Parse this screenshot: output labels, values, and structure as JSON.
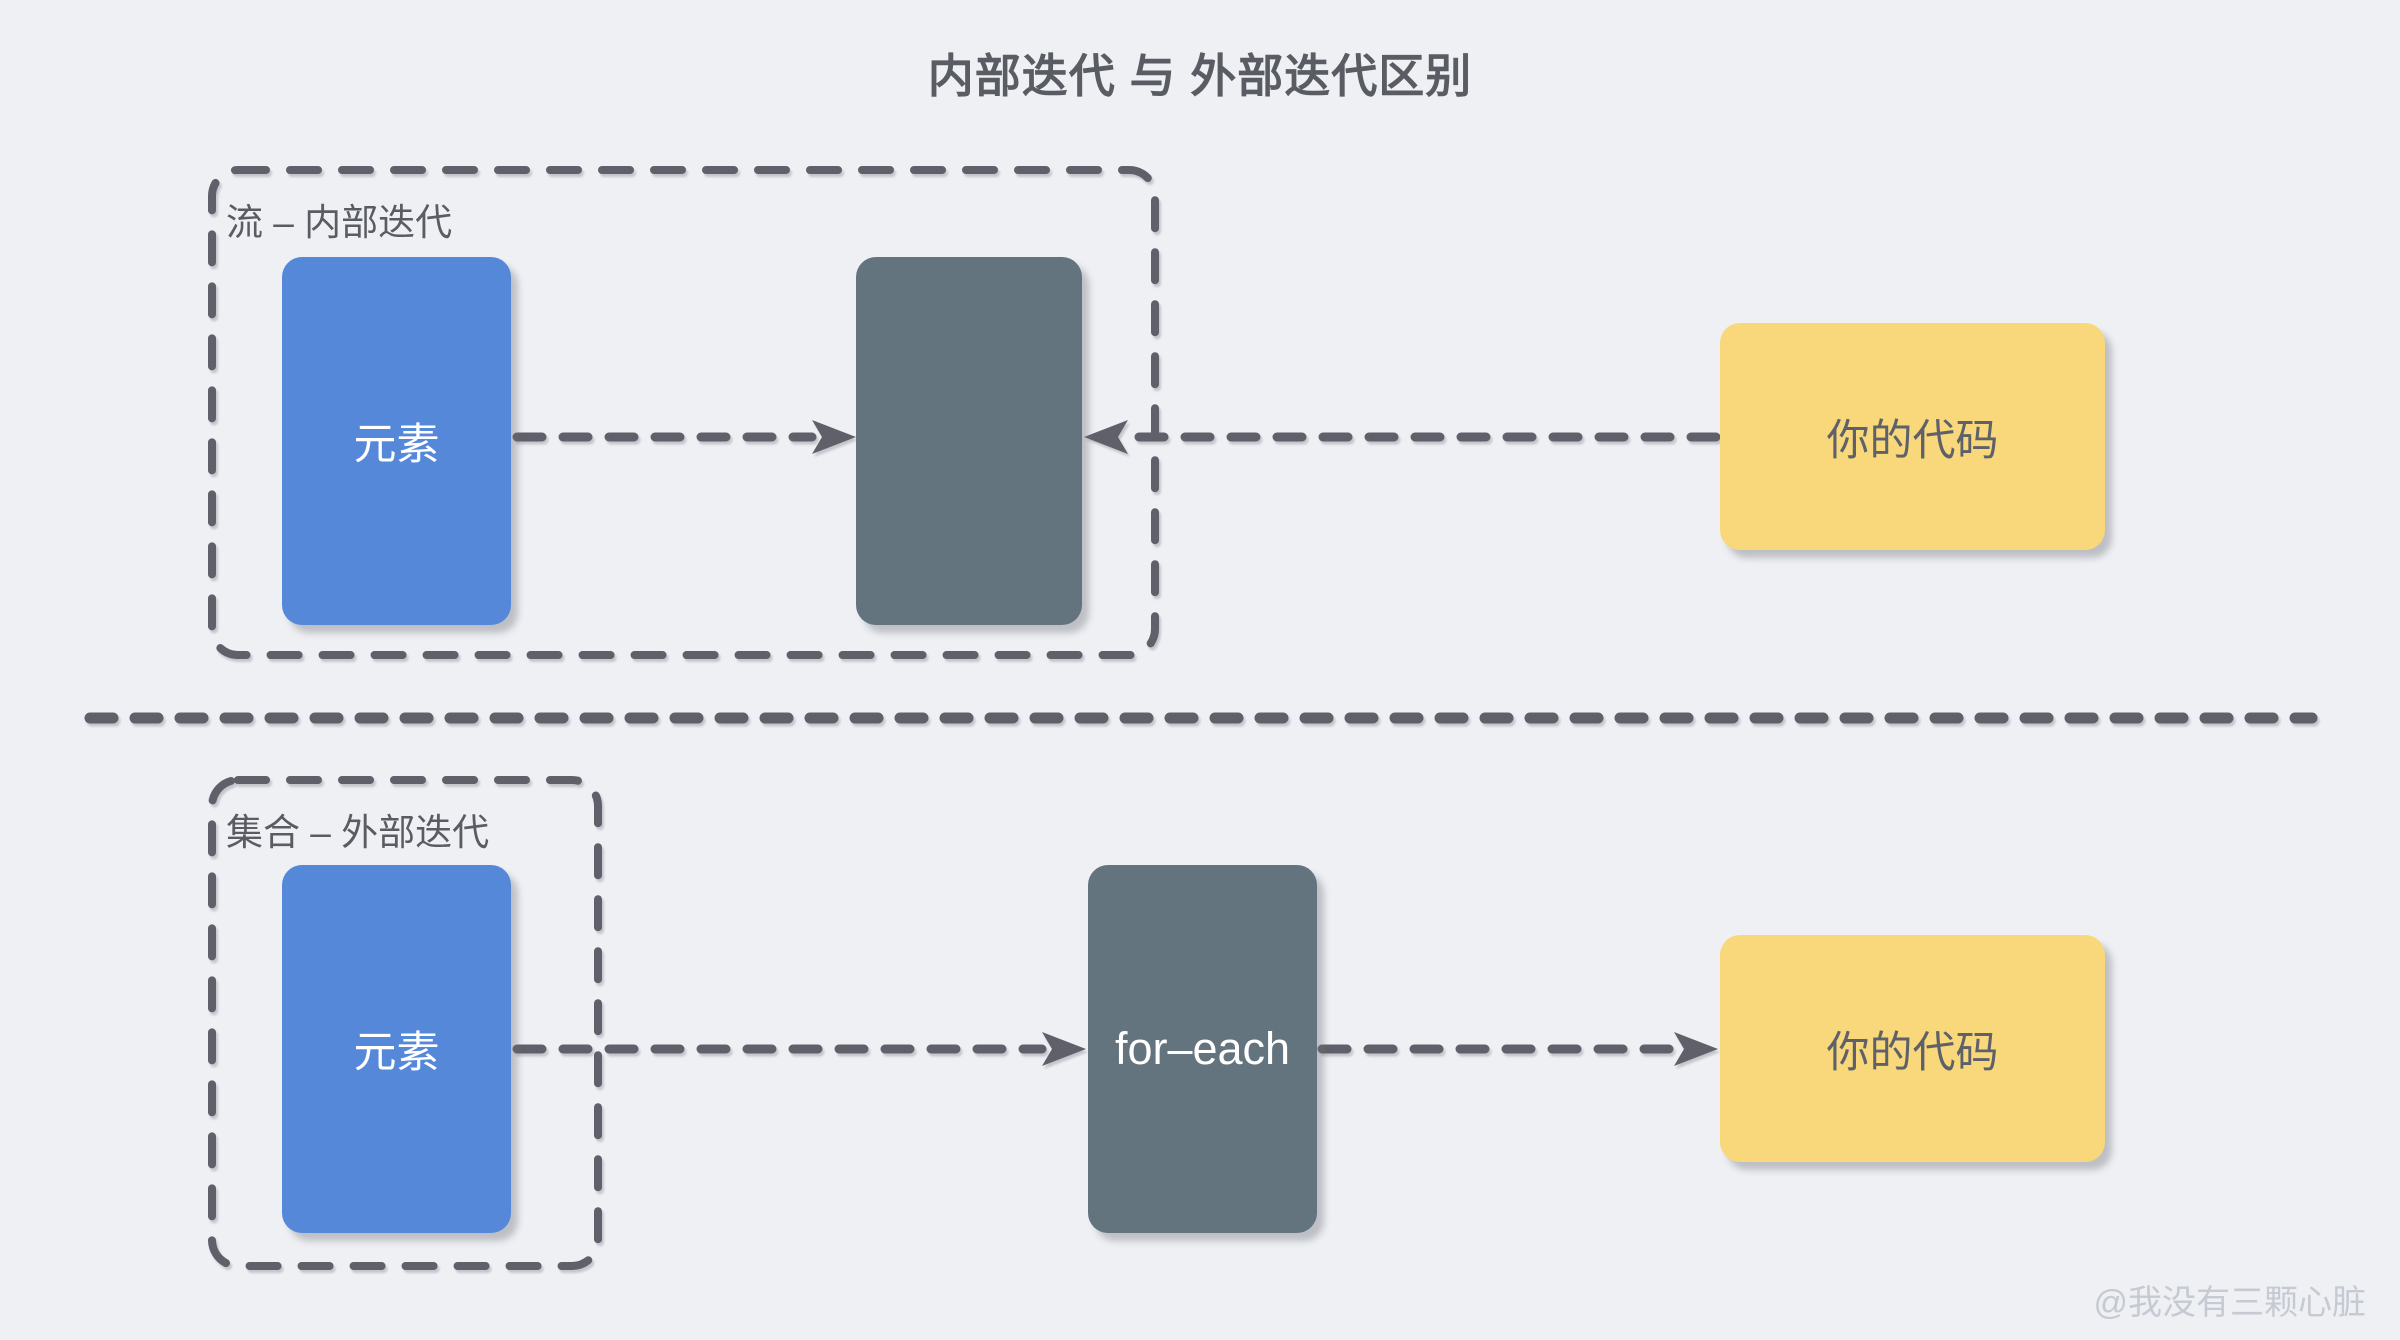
{
  "page": {
    "title": "内部迭代 与 外部迭代区别",
    "watermark": "@我没有三颗心脏"
  },
  "colors": {
    "background": "#eef0f4",
    "blue": "#5588d8",
    "slate": "#64747e",
    "yellow": "#f8d87a",
    "stroke": "#5f6069",
    "text_dark": "#5a5c64",
    "box_text_dark": "#5e6169",
    "watermark": "#c6cad2"
  },
  "sections": {
    "top": {
      "label": "流 – 内部迭代",
      "element_box": "元素",
      "stream_box": "",
      "code_box": "你的代码"
    },
    "bottom": {
      "label": "集合 – 外部迭代",
      "element_box": "元素",
      "iterator_box": "for–each",
      "code_box": "你的代码"
    }
  }
}
